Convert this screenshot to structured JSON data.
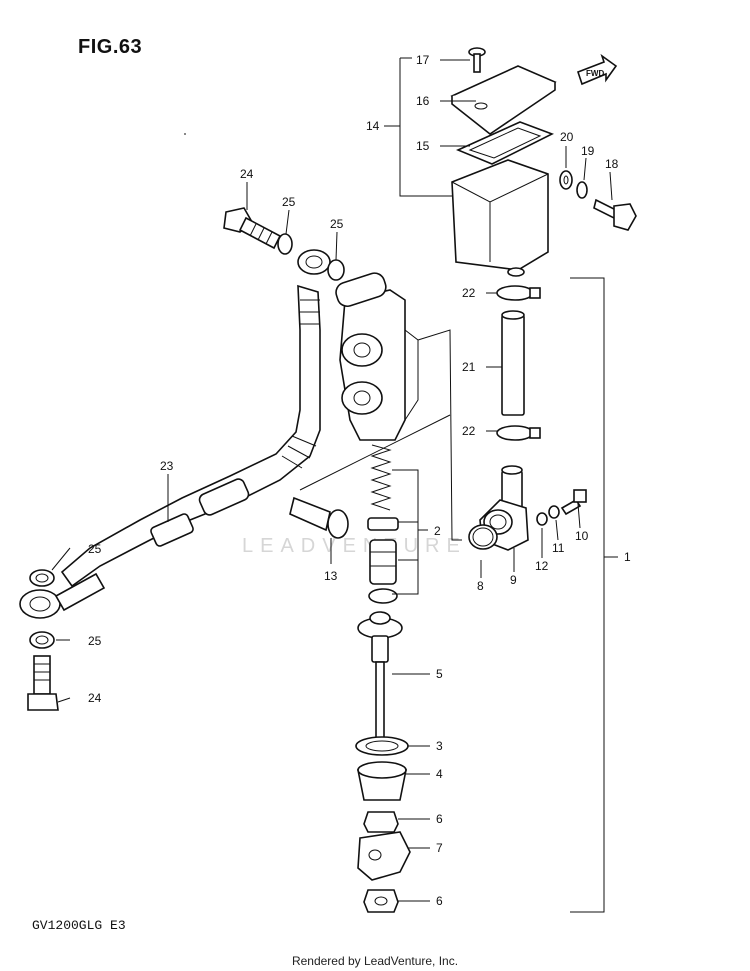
{
  "figure_title": "FIG.63",
  "model_code": "GV1200GLG  E3",
  "footer": "Rendered by LeadVenture, Inc.",
  "watermark": "LEADVENTURE",
  "direction_marker": "FWD",
  "callouts": {
    "p1": "1",
    "p2": "2",
    "p3": "3",
    "p4": "4",
    "p5": "5",
    "p6a": "6",
    "p6b": "6",
    "p7": "7",
    "p8": "8",
    "p9": "9",
    "p10": "10",
    "p11": "11",
    "p12": "12",
    "p13": "13",
    "p14": "14",
    "p15": "15",
    "p16": "16",
    "p17": "17",
    "p18": "18",
    "p19": "19",
    "p20": "20",
    "p21": "21",
    "p22a": "22",
    "p22b": "22",
    "p23": "23",
    "p24a": "24",
    "p24b": "24",
    "p25a": "25",
    "p25b": "25",
    "p25c": "25",
    "p25d": "25"
  }
}
